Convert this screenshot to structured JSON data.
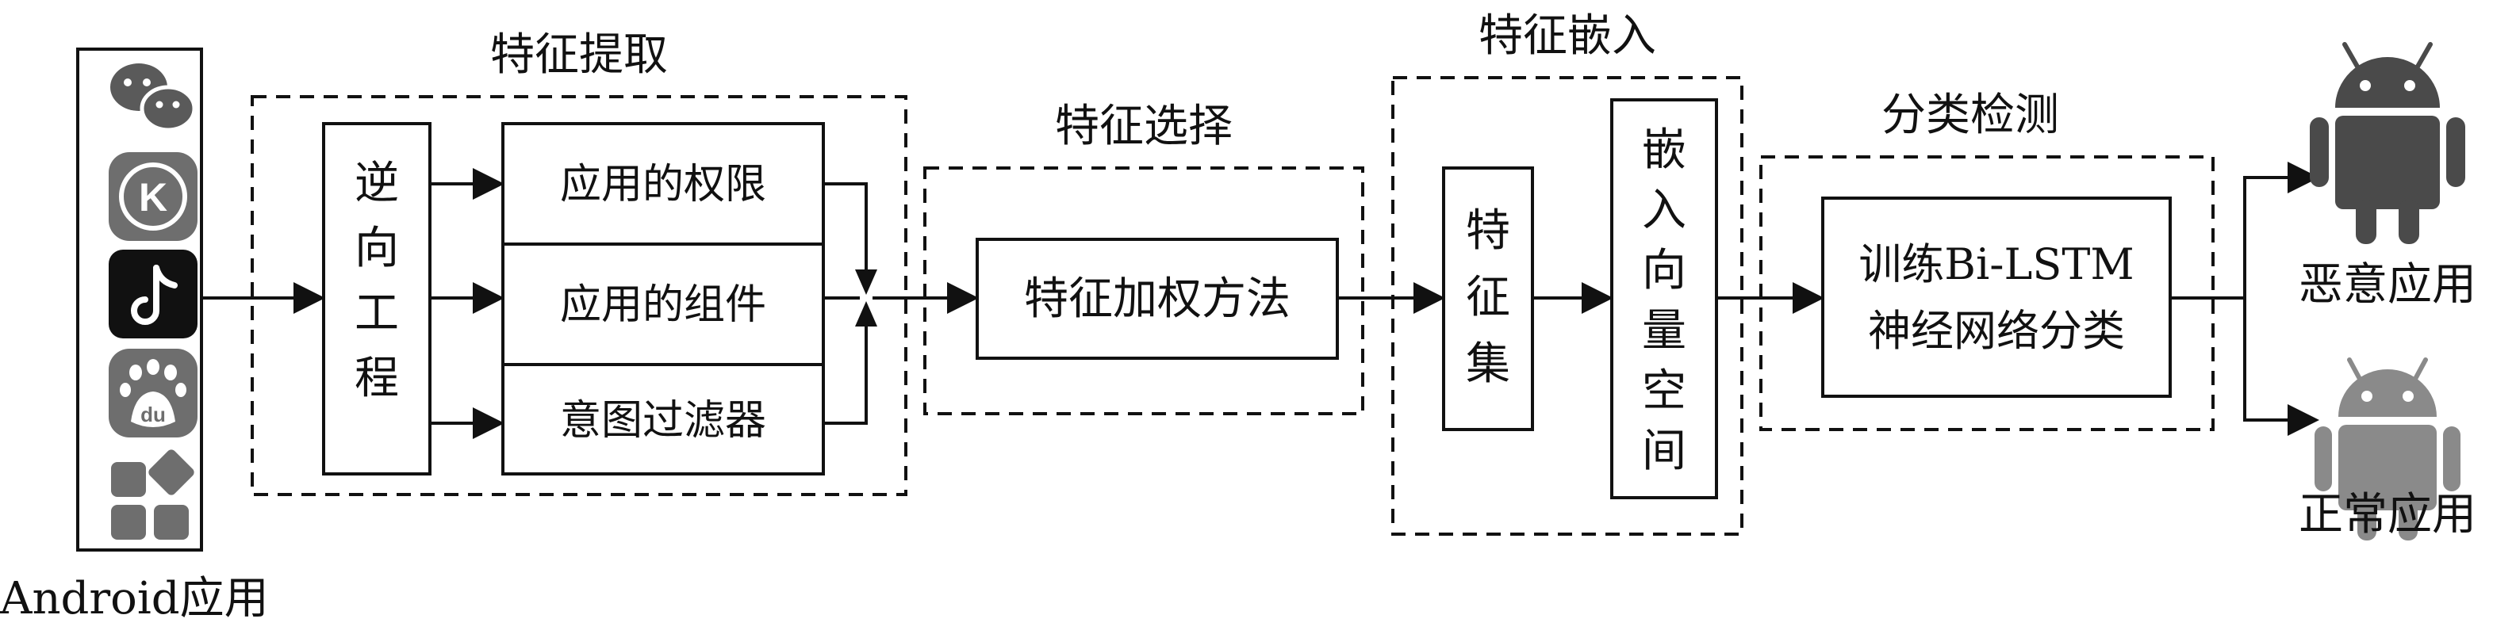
{
  "android_apps_label": "Android应用",
  "sections": {
    "feature_extraction": "特征提取",
    "feature_selection": "特征选择",
    "feature_embedding": "特征嵌入",
    "classification": "分类检测"
  },
  "reverse_engineering": [
    "逆",
    "向",
    "工",
    "程"
  ],
  "features": {
    "permissions": "应用的权限",
    "components": "应用的组件",
    "intent_filters": "意图过滤器"
  },
  "weighting_method": "特征加权方法",
  "feature_set": [
    "特",
    "征",
    "集"
  ],
  "embedding_space": [
    "嵌",
    "入",
    "向",
    "量",
    "空",
    "间"
  ],
  "classifier": {
    "line1": "训练Bi-LSTM",
    "line2": "神经网络分类"
  },
  "outputs": {
    "malicious": "恶意应用",
    "normal": "正常应用"
  },
  "app_icons": [
    "wechat-icon",
    "kugou-icon",
    "tiktok-icon",
    "baidu-icon",
    "app-grid-icon"
  ],
  "colors": {
    "malicious_android": "#4a4a4a",
    "normal_android": "#8a8a8a",
    "app_icon_fill": "#6e6e6e"
  }
}
